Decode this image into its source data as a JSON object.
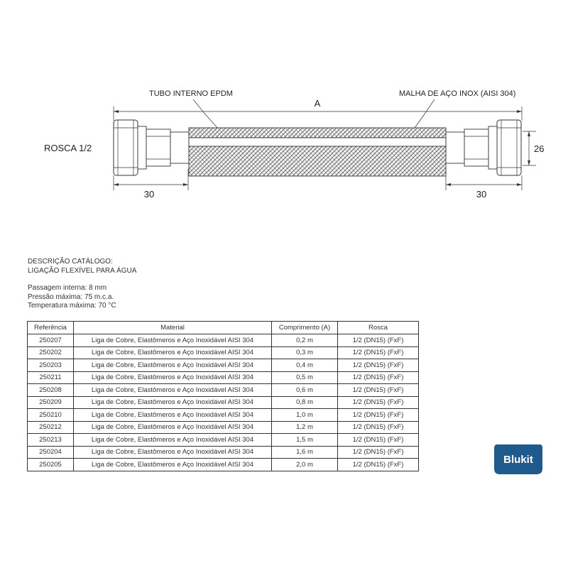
{
  "drawing": {
    "label_tubo": "TUBO INTERNO EPDM",
    "label_malha": "MALHA DE AÇO INOX (AISI 304)",
    "dim_a": "A",
    "rosca": "ROSCA 1/2",
    "dim_left": "30",
    "dim_right": "30",
    "dim_height": "26"
  },
  "description": {
    "title": "DESCRIÇÃO CATÁLOGO:",
    "subtitle": "LIGAÇÃO FLEXÍVEL PARA ÁGUA",
    "specs": [
      "Passagem interna: 8 mm",
      "Pressão máxima: 75 m.c.a.",
      "Temperatura máxima: 70 °C"
    ]
  },
  "table": {
    "headers": [
      "Referência",
      "Material",
      "Comprimento (A)",
      "Rosca"
    ],
    "rows": [
      [
        "250207",
        "Liga de Cobre, Elastômeros e Aço Inoxidável AISI 304",
        "0,2 m",
        "1/2 (DN15) (FxF)"
      ],
      [
        "250202",
        "Liga de Cobre, Elastômeros e Aço Inoxidável AISI 304",
        "0,3 m",
        "1/2 (DN15) (FxF)"
      ],
      [
        "250203",
        "Liga de Cobre, Elastômeros e Aço Inoxidável AISI 304",
        "0,4 m",
        "1/2 (DN15) (FxF)"
      ],
      [
        "250211",
        "Liga de Cobre, Elastômeros e Aço Inoxidável AISI 304",
        "0,5 m",
        "1/2 (DN15) (FxF)"
      ],
      [
        "250208",
        "Liga de Cobre, Elastômeros e Aço Inoxidável AISI 304",
        "0,6 m",
        "1/2 (DN15) (FxF)"
      ],
      [
        "250209",
        "Liga de Cobre, Elastômeros e Aço Inoxidável AISI 304",
        "0,8 m",
        "1/2 (DN15) (FxF)"
      ],
      [
        "250210",
        "Liga de Cobre, Elastômeros e Aço Inoxidável AISI 304",
        "1,0 m",
        "1/2 (DN15) (FxF)"
      ],
      [
        "250212",
        "Liga de Cobre, Elastômeros e Aço Inoxidável AISI 304",
        "1,2 m",
        "1/2 (DN15) (FxF)"
      ],
      [
        "250213",
        "Liga de Cobre, Elastômeros e Aço Inoxidável AISI 304",
        "1,5 m",
        "1/2 (DN15) (FxF)"
      ],
      [
        "250204",
        "Liga de Cobre, Elastômeros e Aço Inoxidável AISI 304",
        "1,6 m",
        "1/2 (DN15) (FxF)"
      ],
      [
        "250205",
        "Liga de Cobre, Elastômeros e Aço Inoxidável AISI 304",
        "2,0 m",
        "1/2 (DN15) (FxF)"
      ]
    ]
  },
  "logo": {
    "text": "Blukit",
    "color": "#1f5a8c"
  }
}
